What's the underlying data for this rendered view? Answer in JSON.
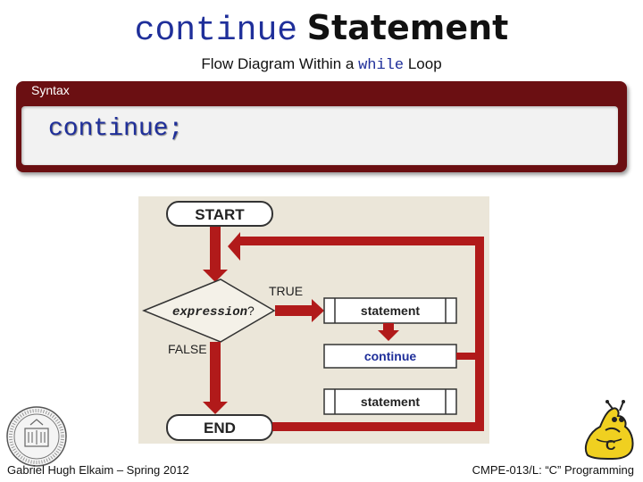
{
  "title": {
    "code": "continue",
    "text": "Statement"
  },
  "subtitle": {
    "before": "Flow Diagram Within a",
    "code": "while",
    "after": "Loop"
  },
  "syntax": {
    "label": "Syntax",
    "code": "continue;"
  },
  "diagram": {
    "start": "START",
    "condition": "expression",
    "condition_suffix": "?",
    "true_label": "TRUE",
    "false_label": "FALSE",
    "statement1": "statement",
    "continue_label": "continue",
    "statement2": "statement",
    "end": "END"
  },
  "colors": {
    "arrow": "#b11a1a",
    "box_bg": "#ebe6d9",
    "syntax_frame": "#6b0f12",
    "code_blue": "#1f2f9a"
  },
  "footer": {
    "left": "Gabriel Hugh Elkaim – Spring 2012",
    "right": "CMPE-013/L: “C” Programming"
  },
  "icons": {
    "seal": "university-seal-icon",
    "mascot": "slug-mascot-icon"
  }
}
